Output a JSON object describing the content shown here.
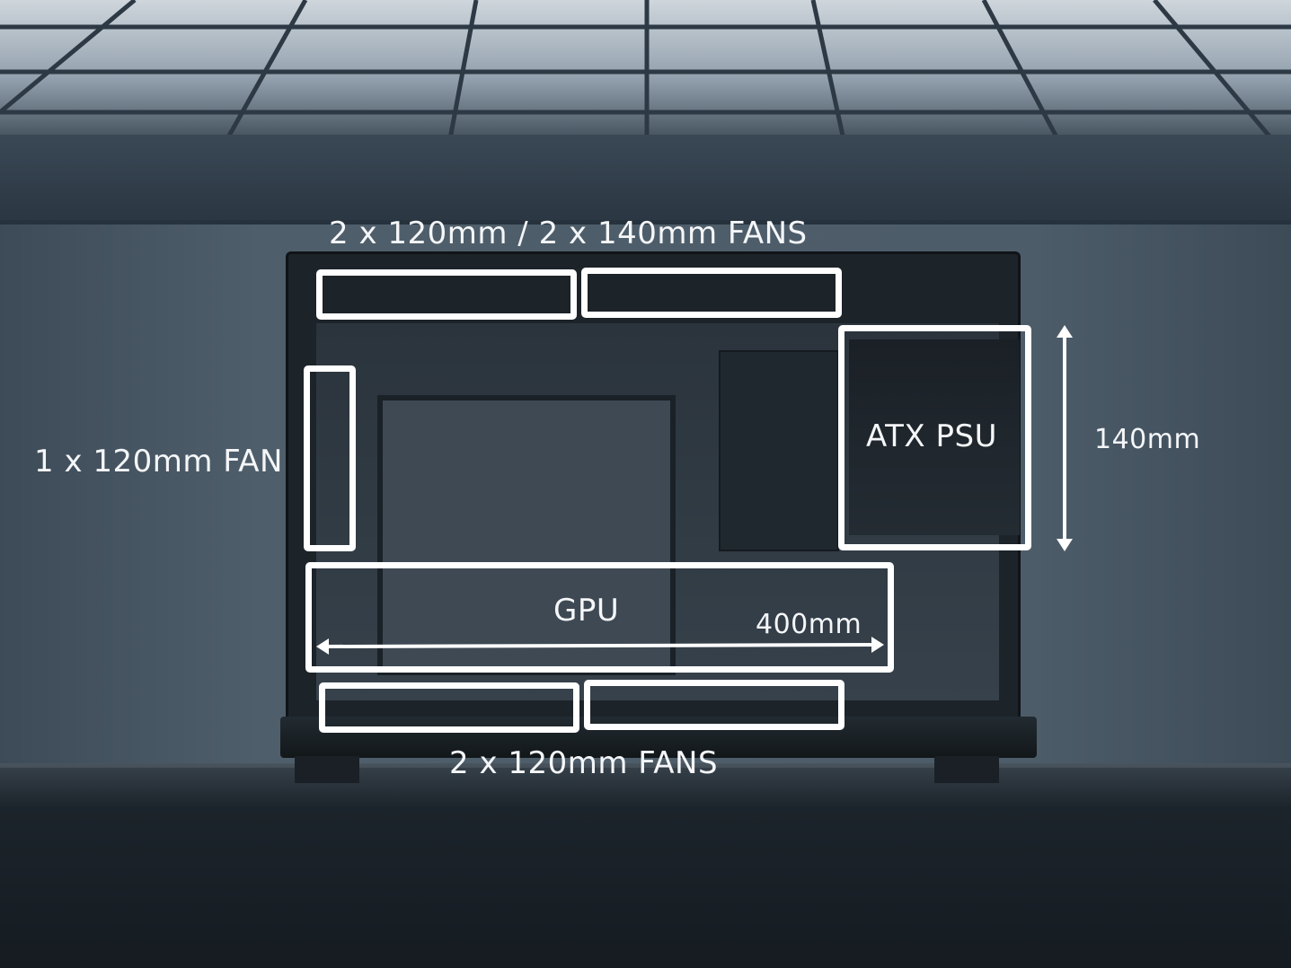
{
  "annotations": {
    "top_fans": "2 x 120mm / 2 x 140mm FANS",
    "front_fan": "1 x 120mm FAN",
    "psu": "ATX PSU",
    "psu_size": "140mm",
    "gpu": "GPU",
    "gpu_length": "400mm",
    "bottom_fans": "2 x 120mm FANS"
  },
  "colors": {
    "overlay": "#ffffff",
    "wall": "#4f5e6b",
    "case": "#1c2329"
  }
}
